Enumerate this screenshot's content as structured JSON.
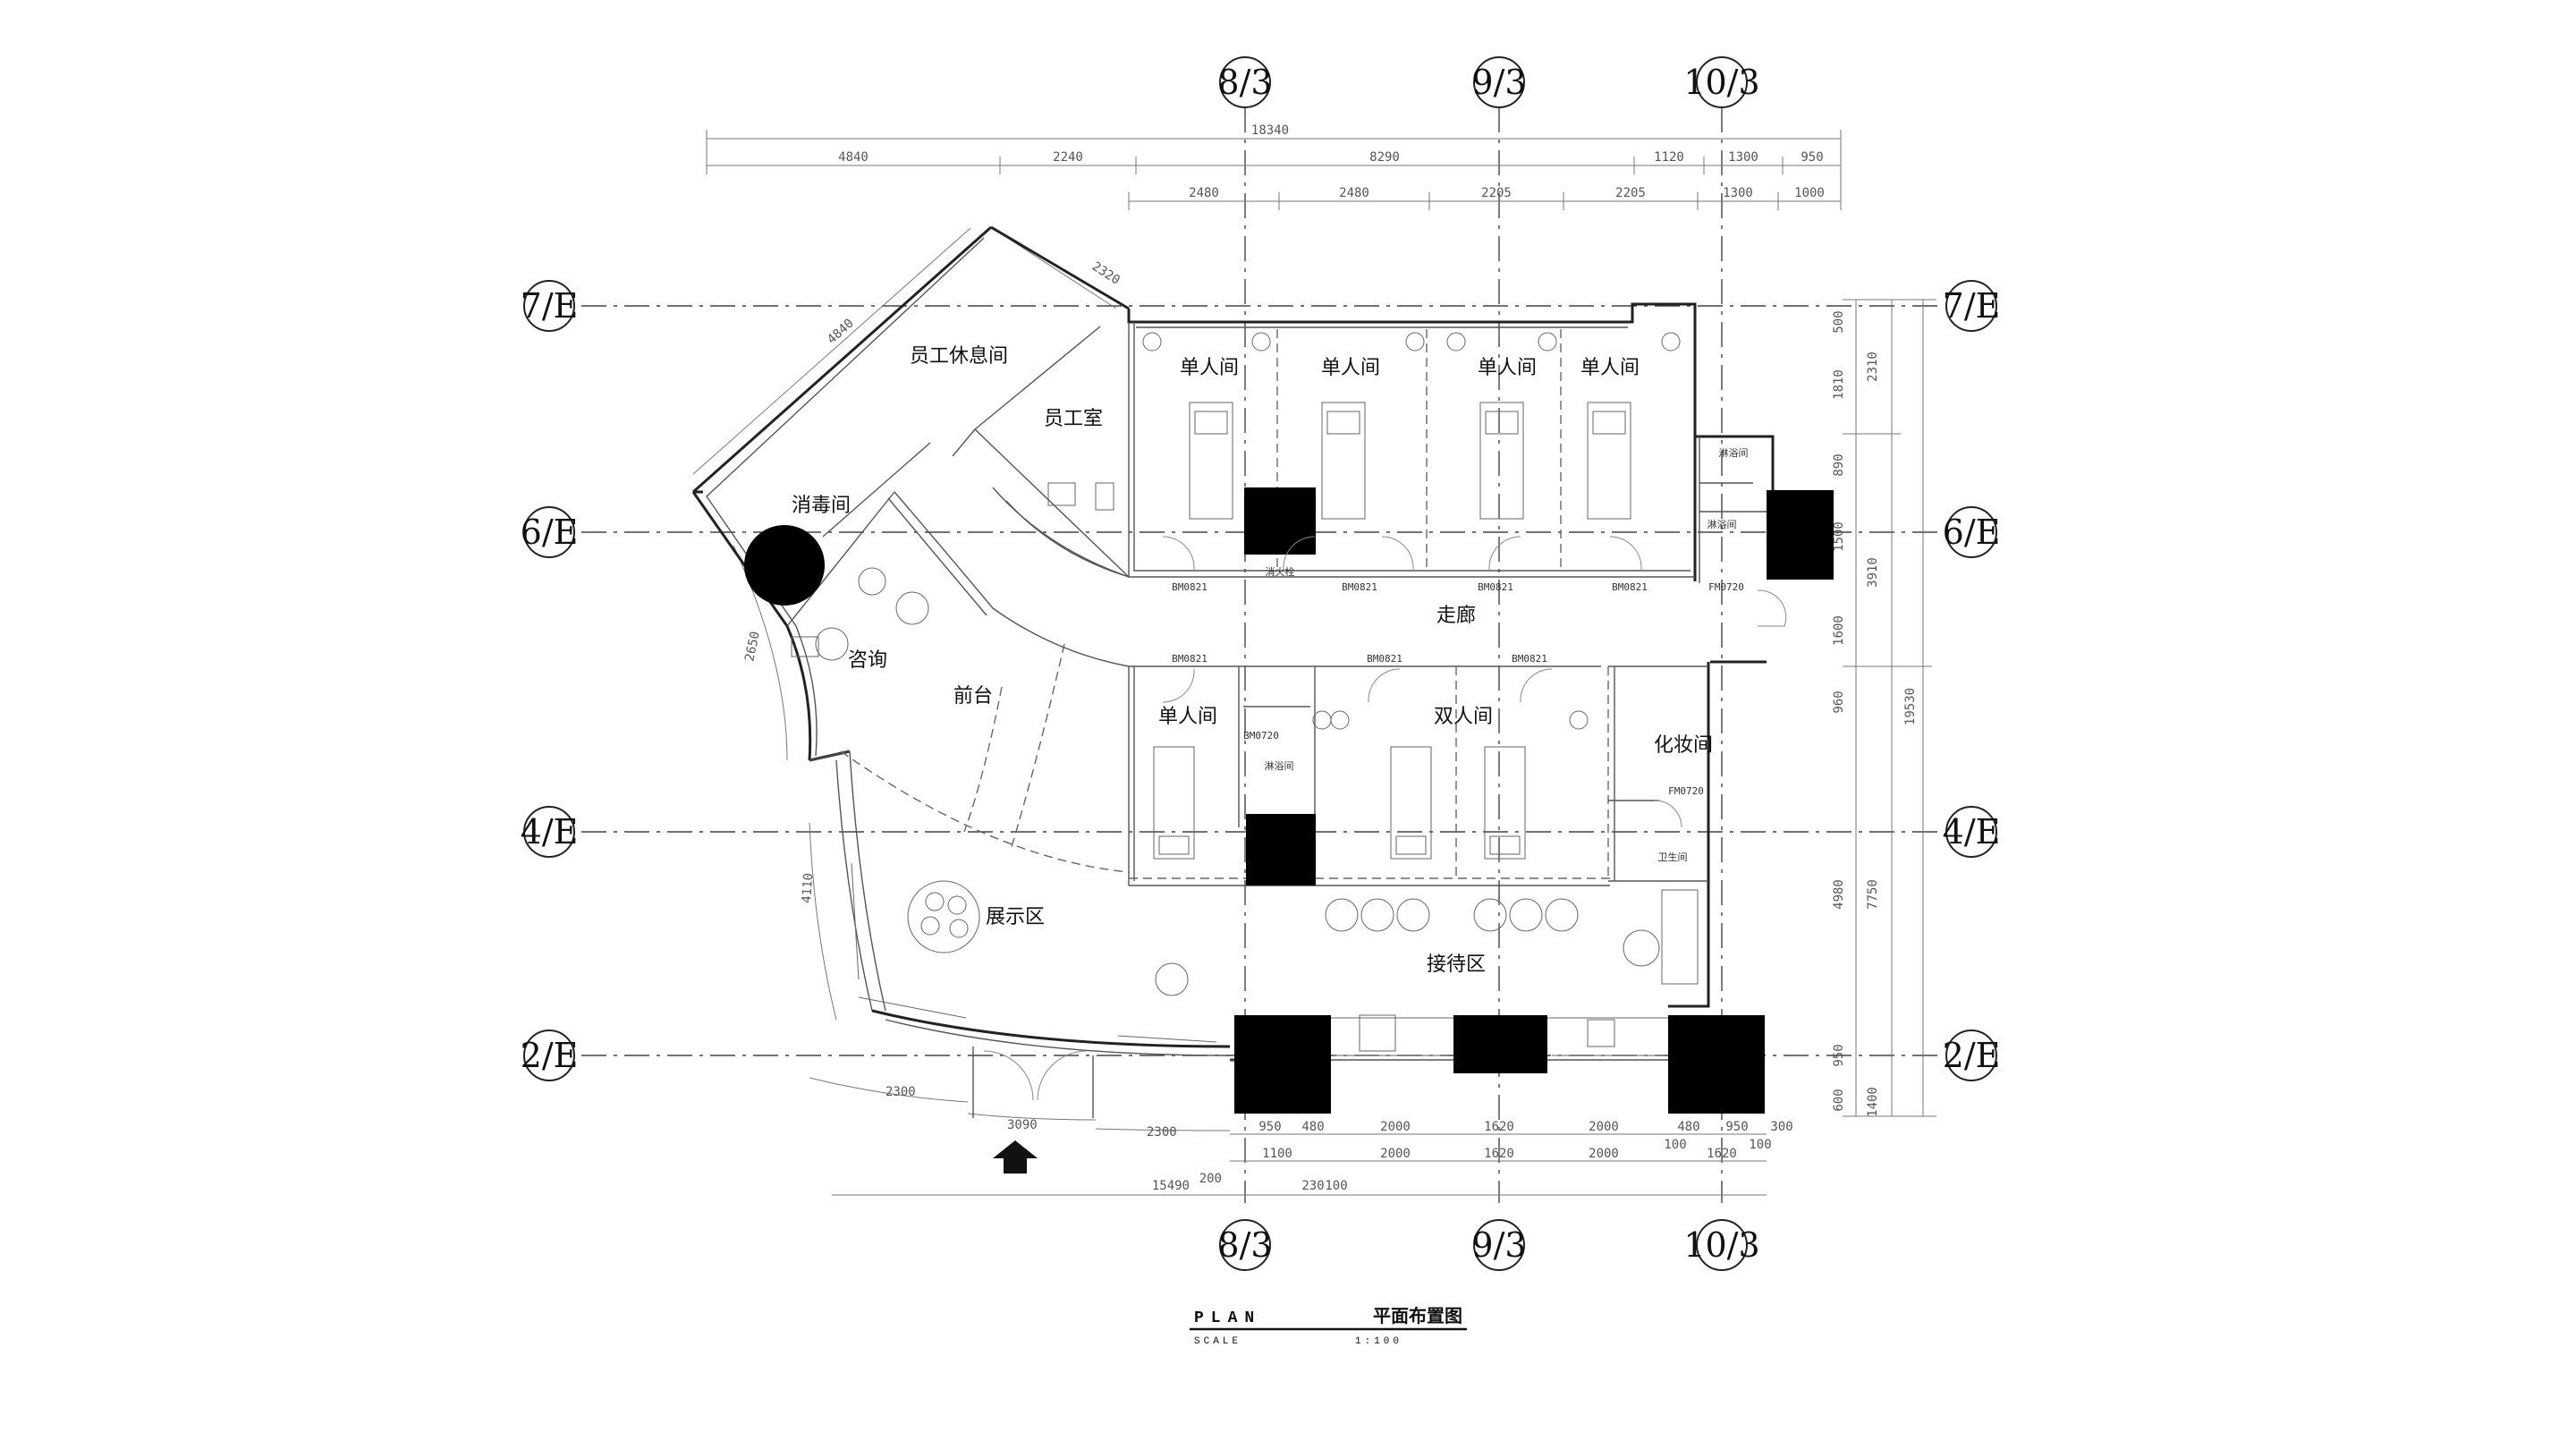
{
  "axes": {
    "columns": [
      "8/3",
      "9/3",
      "10/3"
    ],
    "rows": [
      "7/E",
      "6/E",
      "4/E",
      "2/E"
    ]
  },
  "rooms": {
    "staff_lounge": "员工休息间",
    "staff_room": "员工室",
    "disinfection": "消毒间",
    "consult": "咨询",
    "front_desk": "前台",
    "display": "展示区",
    "reception": "接待区",
    "corridor": "走廊",
    "single_1": "单人间",
    "single_2": "单人间",
    "single_3": "单人间",
    "single_4": "单人间",
    "single_5": "单人间",
    "double": "双人间",
    "makeup": "化妆间",
    "toilet": "卫生间",
    "shower_1": "淋浴间",
    "shower_2": "淋浴间",
    "shower_3": "淋浴间",
    "fire_hydrant": "消火栓"
  },
  "door_tags": {
    "bm0821_a": "BM0821",
    "bm0821_b": "BM0821",
    "bm0821_c": "BM0821",
    "bm0821_d": "BM0821",
    "bm0821_e": "BM0821",
    "bm0821_f": "BM0821",
    "bm0821_g": "BM0821",
    "fm0720_a": "FM0720",
    "fm0720_b": "FM0720",
    "bm0720": "BM0720"
  },
  "top_dims": {
    "overall": "18340",
    "row1": [
      "4840",
      "2240",
      "8290",
      "1120",
      "1300",
      "950"
    ],
    "row2": [
      "2480",
      "2480",
      "2205",
      "2205",
      "1300",
      "1000"
    ],
    "angled": [
      "2320",
      "4840"
    ]
  },
  "right_dims": {
    "overall": "19530",
    "row1": [
      "2310",
      "3910",
      "7750",
      "1400"
    ],
    "row2": [
      "500",
      "1810",
      "890",
      "1500",
      "1600",
      "960",
      "4980",
      "950",
      "600"
    ]
  },
  "left_dims": [
    "2650",
    "4110"
  ],
  "bottom_dims": {
    "row1": [
      "2300",
      "3090",
      "2300",
      "950",
      "480",
      "2000",
      "1620",
      "2000",
      "480",
      "950",
      "300"
    ],
    "row2": [
      "1100",
      "230",
      "100",
      "2000",
      "1620",
      "2000",
      "100",
      "1620",
      "100"
    ],
    "overall": "15490",
    "small": [
      "200"
    ]
  },
  "title": {
    "label": "PLAN",
    "label_cn": "平面布置图",
    "scale_label": "SCALE",
    "scale_value": "1:100"
  }
}
